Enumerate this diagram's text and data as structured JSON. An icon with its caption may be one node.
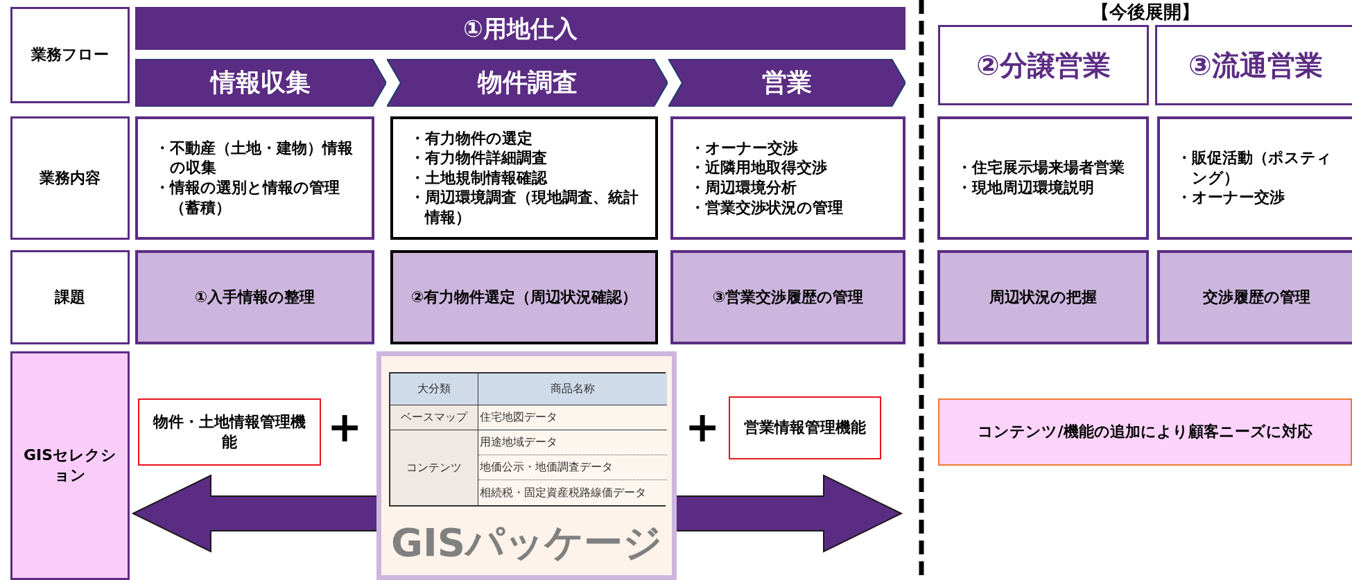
{
  "diagram": {
    "nodes": [
      {
        "text": [
          "業務フロー"
        ]
      },
      {
        "text": [
          "①用地仕入"
        ]
      },
      {
        "text": [
          "情報収集"
        ]
      },
      {
        "text": [
          "物件調査"
        ]
      },
      {
        "text": [
          "営業"
        ]
      },
      {
        "text": [
          "②分譲営業"
        ]
      },
      {
        "text": [
          "③流通営業"
        ]
      },
      {
        "text": [
          "業務内容"
        ]
      },
      {
        "text": [
          "・不動産（土地・建物）情報の収集",
          "・情報の選別と情報の管理（蓄積）"
        ]
      },
      {
        "text": [
          "・有力物件の選定",
          "・有力物件詳細調査",
          "・土地規制情報確認",
          "・周辺環境調査（現地調査、統計情報）"
        ]
      },
      {
        "text": [
          "・オーナー交渉",
          "・近隣用地取得交渉",
          "・周辺環境分析",
          "・営業交渉状況の管理"
        ]
      },
      {
        "text": [
          "・住宅展示場来場者営業",
          "・現地周辺環境説明"
        ]
      },
      {
        "text": [
          "・販促活動（ポスティング）",
          "・オーナー交渉"
        ]
      },
      {
        "text": [
          "課題"
        ]
      },
      {
        "text": [
          "①入手情報の整理"
        ]
      },
      {
        "text": [
          "②有力物件選定（周辺状況確認）"
        ]
      },
      {
        "text": [
          "③営業交渉履歴の管理"
        ]
      },
      {
        "text": [
          "周辺状況の把握"
        ]
      },
      {
        "text": [
          "交渉履歴の管理"
        ]
      },
      {
        "text": [
          "GISセレクション"
        ]
      },
      {
        "text": [
          "物件・土地情報管理機能"
        ]
      },
      {
        "text": [
          "GISパッケージ"
        ]
      },
      {
        "text": [
          "営業情報管理機能"
        ]
      },
      {
        "text": [
          "コンテンツ/機能の追加により顧客ニーズに対応"
        ]
      }
    ],
    "labels": [
      "【今後展開】",
      "+",
      "大分類",
      "商品名称",
      "ベースマップ",
      "住宅地図データ",
      "コンテンツ",
      "用途地域データ",
      "地価公示・地価調査データ",
      "相続税・固定資産税路線価データ",
      "+"
    ]
  }
}
